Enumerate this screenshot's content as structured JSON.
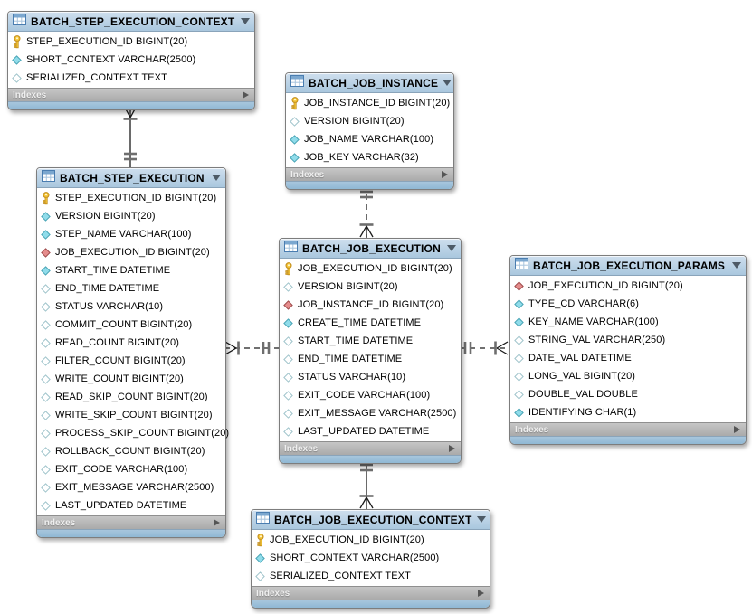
{
  "colors": {
    "header_blue": "#b9d0e5",
    "footer_blue": "#9cc0da",
    "indexes_gray": "#b8b8b8",
    "primary_key_gold": "#f5c83d",
    "foreign_key_red": "#e58c8c",
    "not_null_cyan": "#90dcea",
    "nullable_white": "#ffffff",
    "line_black": "#1a1a1a"
  },
  "tables": [
    {
      "title": "BATCH_STEP_EXECUTION_CONTEXT",
      "footer": "Indexes",
      "columns": [
        {
          "label": "STEP_EXECUTION_ID BIGINT(20)",
          "icon": "key"
        },
        {
          "label": "SHORT_CONTEXT VARCHAR(2500)",
          "icon": "notnull"
        },
        {
          "label": "SERIALIZED_CONTEXT TEXT",
          "icon": "nullable"
        }
      ]
    },
    {
      "title": "BATCH_JOB_INSTANCE",
      "footer": "Indexes",
      "columns": [
        {
          "label": "JOB_INSTANCE_ID BIGINT(20)",
          "icon": "key"
        },
        {
          "label": "VERSION BIGINT(20)",
          "icon": "nullable"
        },
        {
          "label": "JOB_NAME VARCHAR(100)",
          "icon": "notnull"
        },
        {
          "label": "JOB_KEY VARCHAR(32)",
          "icon": "notnull"
        }
      ]
    },
    {
      "title": "BATCH_STEP_EXECUTION",
      "footer": "Indexes",
      "columns": [
        {
          "label": "STEP_EXECUTION_ID BIGINT(20)",
          "icon": "key"
        },
        {
          "label": "VERSION BIGINT(20)",
          "icon": "notnull"
        },
        {
          "label": "STEP_NAME VARCHAR(100)",
          "icon": "notnull"
        },
        {
          "label": "JOB_EXECUTION_ID BIGINT(20)",
          "icon": "fk"
        },
        {
          "label": "START_TIME DATETIME",
          "icon": "notnull"
        },
        {
          "label": "END_TIME DATETIME",
          "icon": "nullable"
        },
        {
          "label": "STATUS VARCHAR(10)",
          "icon": "nullable"
        },
        {
          "label": "COMMIT_COUNT BIGINT(20)",
          "icon": "nullable"
        },
        {
          "label": "READ_COUNT BIGINT(20)",
          "icon": "nullable"
        },
        {
          "label": "FILTER_COUNT BIGINT(20)",
          "icon": "nullable"
        },
        {
          "label": "WRITE_COUNT BIGINT(20)",
          "icon": "nullable"
        },
        {
          "label": "READ_SKIP_COUNT BIGINT(20)",
          "icon": "nullable"
        },
        {
          "label": "WRITE_SKIP_COUNT BIGINT(20)",
          "icon": "nullable"
        },
        {
          "label": "PROCESS_SKIP_COUNT BIGINT(20)",
          "icon": "nullable"
        },
        {
          "label": "ROLLBACK_COUNT BIGINT(20)",
          "icon": "nullable"
        },
        {
          "label": "EXIT_CODE VARCHAR(100)",
          "icon": "nullable"
        },
        {
          "label": "EXIT_MESSAGE VARCHAR(2500)",
          "icon": "nullable"
        },
        {
          "label": "LAST_UPDATED DATETIME",
          "icon": "nullable"
        }
      ]
    },
    {
      "title": "BATCH_JOB_EXECUTION",
      "footer": "Indexes",
      "columns": [
        {
          "label": "JOB_EXECUTION_ID BIGINT(20)",
          "icon": "key"
        },
        {
          "label": "VERSION BIGINT(20)",
          "icon": "nullable"
        },
        {
          "label": "JOB_INSTANCE_ID BIGINT(20)",
          "icon": "fk"
        },
        {
          "label": "CREATE_TIME DATETIME",
          "icon": "notnull"
        },
        {
          "label": "START_TIME DATETIME",
          "icon": "nullable"
        },
        {
          "label": "END_TIME DATETIME",
          "icon": "nullable"
        },
        {
          "label": "STATUS VARCHAR(10)",
          "icon": "nullable"
        },
        {
          "label": "EXIT_CODE VARCHAR(100)",
          "icon": "nullable"
        },
        {
          "label": "EXIT_MESSAGE VARCHAR(2500)",
          "icon": "nullable"
        },
        {
          "label": "LAST_UPDATED DATETIME",
          "icon": "nullable"
        }
      ]
    },
    {
      "title": "BATCH_JOB_EXECUTION_PARAMS",
      "footer": "Indexes",
      "columns": [
        {
          "label": "JOB_EXECUTION_ID BIGINT(20)",
          "icon": "fk"
        },
        {
          "label": "TYPE_CD VARCHAR(6)",
          "icon": "notnull"
        },
        {
          "label": "KEY_NAME VARCHAR(100)",
          "icon": "notnull"
        },
        {
          "label": "STRING_VAL VARCHAR(250)",
          "icon": "nullable"
        },
        {
          "label": "DATE_VAL DATETIME",
          "icon": "nullable"
        },
        {
          "label": "LONG_VAL BIGINT(20)",
          "icon": "nullable"
        },
        {
          "label": "DOUBLE_VAL DOUBLE",
          "icon": "nullable"
        },
        {
          "label": "IDENTIFYING CHAR(1)",
          "icon": "notnull"
        }
      ]
    },
    {
      "title": "BATCH_JOB_EXECUTION_CONTEXT",
      "footer": "Indexes",
      "columns": [
        {
          "label": "JOB_EXECUTION_ID BIGINT(20)",
          "icon": "key"
        },
        {
          "label": "SHORT_CONTEXT VARCHAR(2500)",
          "icon": "notnull"
        },
        {
          "label": "SERIALIZED_CONTEXT TEXT",
          "icon": "nullable"
        }
      ]
    }
  ],
  "relationships": [
    {
      "from": "BATCH_STEP_EXECUTION_CONTEXT",
      "to": "BATCH_STEP_EXECUTION",
      "line": "solid",
      "from_end": "many",
      "to_end": "one"
    },
    {
      "from": "BATCH_JOB_INSTANCE",
      "to": "BATCH_JOB_EXECUTION",
      "line": "dashed",
      "from_end": "one",
      "to_end": "many"
    },
    {
      "from": "BATCH_STEP_EXECUTION",
      "to": "BATCH_JOB_EXECUTION",
      "line": "dashed",
      "from_end": "many",
      "to_end": "one"
    },
    {
      "from": "BATCH_JOB_EXECUTION",
      "to": "BATCH_JOB_EXECUTION_PARAMS",
      "line": "dashed",
      "from_end": "one",
      "to_end": "many"
    },
    {
      "from": "BATCH_JOB_EXECUTION",
      "to": "BATCH_JOB_EXECUTION_CONTEXT",
      "line": "solid",
      "from_end": "one",
      "to_end": "many"
    }
  ]
}
